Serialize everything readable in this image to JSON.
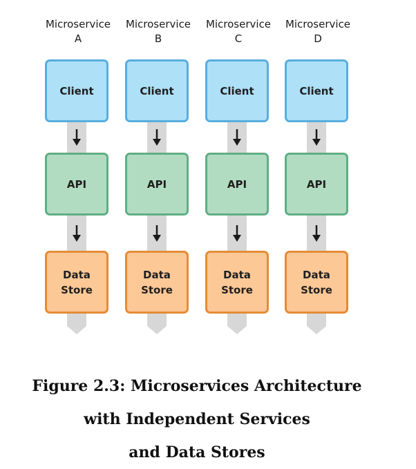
{
  "columns": [
    {
      "title_line1": "Microservice",
      "title_line2": "A",
      "client_label": "Client",
      "api_label": "API",
      "store_line1": "Data",
      "store_line2": "Store"
    },
    {
      "title_line1": "Microservice",
      "title_line2": "B",
      "client_label": "Client",
      "api_label": "API",
      "store_line1": "Data",
      "store_line2": "Store"
    },
    {
      "title_line1": "Microservice",
      "title_line2": "C",
      "client_label": "Client",
      "api_label": "API",
      "store_line1": "Data",
      "store_line2": "Store"
    },
    {
      "title_line1": "Microservice",
      "title_line2": "D",
      "client_label": "Client",
      "api_label": "API",
      "store_line1": "Data",
      "store_line2": "Store"
    }
  ],
  "caption": {
    "line1": "Figure 2.3: Microservices Architecture",
    "line2": "with Independent Services",
    "line3": "and Data Stores"
  },
  "colors": {
    "client_fill": "#aee0f8",
    "client_border": "#58aede",
    "api_fill": "#b1dcc2",
    "api_border": "#5fae82",
    "store_fill": "#fcc896",
    "store_border": "#e68b35",
    "connector": "#d7d7d7",
    "arrow": "#1a1a1a"
  },
  "icons": {
    "connector_arrow": "arrow-down-icon",
    "flow_tail": "chevron-down-icon"
  }
}
